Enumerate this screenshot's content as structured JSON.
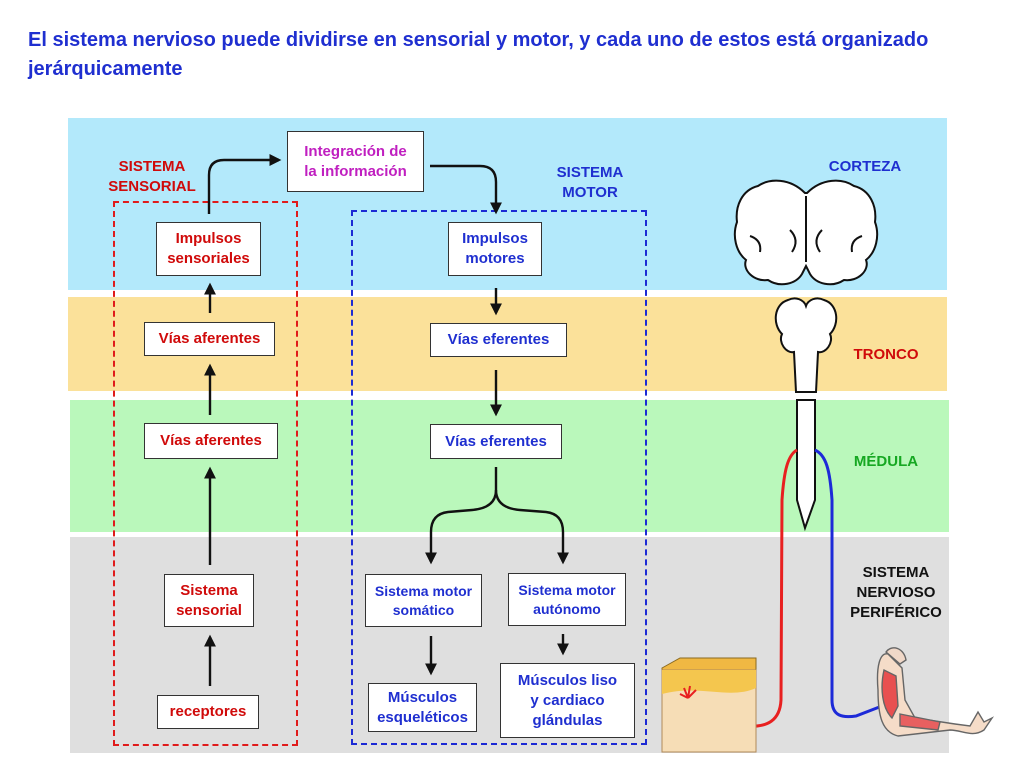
{
  "title": "El sistema nervioso puede dividirse en sensorial y motor, y cada uno de estos está organizado jerárquicamente",
  "labels": {
    "sistema_sensorial": "SISTEMA\nSENSORIAL",
    "sistema_motor": "SISTEMA\nMOTOR",
    "corteza": "CORTEZA",
    "tronco": "TRONCO",
    "medula": "MÉDULA",
    "snp": "SISTEMA\nNERVIOSO\nPERIFÉRICO"
  },
  "boxes": {
    "integracion": "Integración de\nla información",
    "impulsos_sensoriales": "Impulsos\nsensoriales",
    "vias_aferentes_1": "Vías aferentes",
    "vias_aferentes_2": "Vías aferentes",
    "sistema_sensorial": "Sistema\nsensorial",
    "receptores": "receptores",
    "impulsos_motores": "Impulsos\nmotores",
    "vias_eferentes_1": "Vías eferentes",
    "vias_eferentes_2": "Vías eferentes",
    "motor_somatico": "Sistema motor\nsomático",
    "motor_autonomo": "Sistema motor\nautónomo",
    "musculos_esqueleticos": "Músculos\nesqueléticos",
    "musculos_liso": "Músculos liso\ny cardiaco\nglándulas"
  },
  "colors": {
    "title_blue": "#1f2fd0",
    "sensory_red": "#d00a0a",
    "integration_magenta": "#c01fc0",
    "cortex_band": "#b3e9fb",
    "tronco_band": "#fbe19a",
    "medula_band": "#baf8bb",
    "snp_band": "#dfdfdf"
  },
  "icons": [
    "brain-icon",
    "brainstem-icon",
    "spinal-cord-icon",
    "skin-receptor-icon",
    "arm-muscle-icon"
  ]
}
